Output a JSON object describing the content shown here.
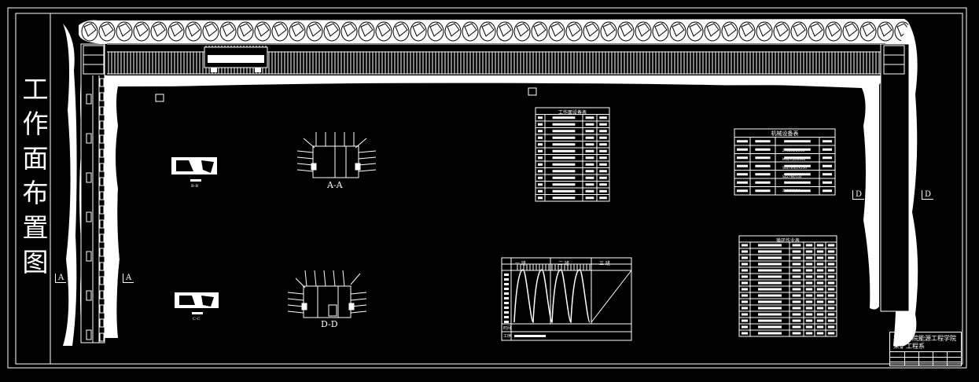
{
  "drawing": {
    "title_chars": [
      "工",
      "作",
      "面",
      "布",
      "置",
      "图"
    ],
    "section_labels": {
      "a_left": "A",
      "a_right": "A",
      "d_left": "D",
      "d_right": "D",
      "aa": "A-A",
      "dd": "D-D",
      "bb": "B-B",
      "cc": "C-C"
    },
    "tables": {
      "equipment_title": "工作面设备表",
      "machine_title": "机械设备表",
      "cycle_title": "循环作业表",
      "mine_rows": [
        "ZY6800/24/50",
        "MG2×200/890",
        "SGZ764/2×250",
        "SZZ764/132",
        "ZH1800/16"
      ]
    },
    "cycle_chart": {
      "shifts": [
        "一 班",
        "二 班",
        "三 班"
      ],
      "row_labels": [
        "时间",
        "工序"
      ]
    },
    "title_block": {
      "line1": "某某学院能源工程学院",
      "line2": "采矿工程系"
    },
    "colors": {
      "background": "#000000",
      "lines": "#ffffff"
    }
  }
}
